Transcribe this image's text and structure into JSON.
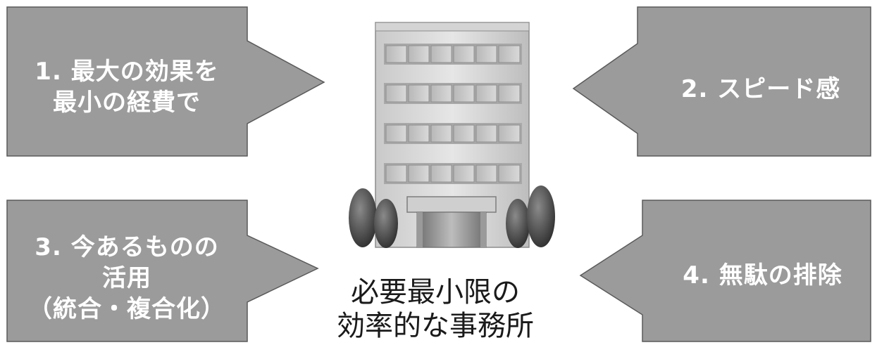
{
  "principles": [
    {
      "lines": [
        "1. 最大の効果を",
        "最小の経費で"
      ]
    },
    {
      "lines": [
        "2. スピード感"
      ]
    },
    {
      "lines": [
        "3. 今あるものの",
        "活用",
        "（統合・複合化）"
      ]
    },
    {
      "lines": [
        "4. 無駄の排除"
      ]
    }
  ],
  "center": {
    "icon": "office-building-icon",
    "caption_lines": [
      "必要最小限の",
      "効率的な事務所"
    ]
  },
  "colors": {
    "arrow_fill": "#9b9b9b",
    "arrow_stroke": "#5a5a5a",
    "label_text": "#ffffff",
    "caption_text": "#1a1a1a"
  }
}
